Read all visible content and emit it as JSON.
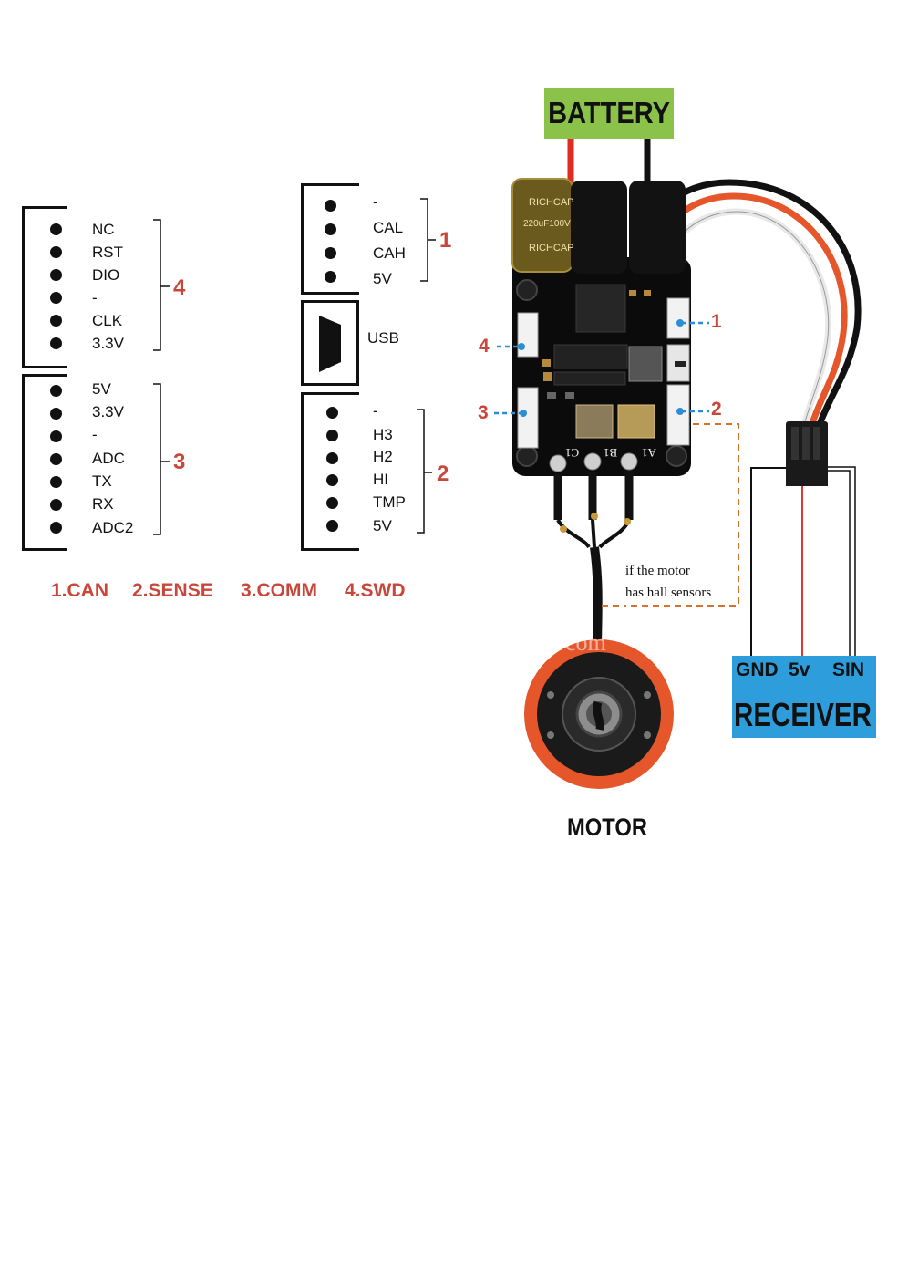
{
  "connectors": {
    "swd": {
      "pins": [
        "NC",
        "RST",
        "DIO",
        "-",
        "CLK",
        "3.3V"
      ],
      "number": "4"
    },
    "comm": {
      "pins": [
        "5V",
        "3.3V",
        "-",
        "ADC",
        "TX",
        "RX",
        "ADC2"
      ],
      "number": "3"
    },
    "can": {
      "pins": [
        "-",
        "CAL",
        "CAH",
        "5V"
      ],
      "number": "1"
    },
    "usb": {
      "label": "USB"
    },
    "sense": {
      "pins": [
        "-",
        "H3",
        "H2",
        "HI",
        "TMP",
        "5V"
      ],
      "number": "2"
    }
  },
  "legend": [
    "1.CAN",
    "2.SENSE",
    "3.COMM",
    "4.SWD"
  ],
  "battery": {
    "label": "BATTERY"
  },
  "board": {
    "capacitor_text": [
      "RICHCAP",
      "220uF100V",
      "RICHCAP"
    ],
    "phase_labels": [
      "C1",
      "B1",
      "A1"
    ],
    "port_tags": [
      "1",
      "2",
      "3",
      "4"
    ]
  },
  "note": {
    "line1": "if the motor",
    "line2": "has hall sensors"
  },
  "watermark": "com",
  "motor": {
    "label": "MOTOR"
  },
  "receiver": {
    "pins": [
      "GND",
      "5v",
      "SIN"
    ],
    "label": "RECEIVER"
  },
  "colors": {
    "accent_red": "#c8473a",
    "battery_green": "#8ac24a",
    "receiver_blue": "#2d9ddb",
    "callout_blue": "#2b8fd6",
    "note_orange": "#d3742e",
    "motor_orange": "#e5562a"
  }
}
